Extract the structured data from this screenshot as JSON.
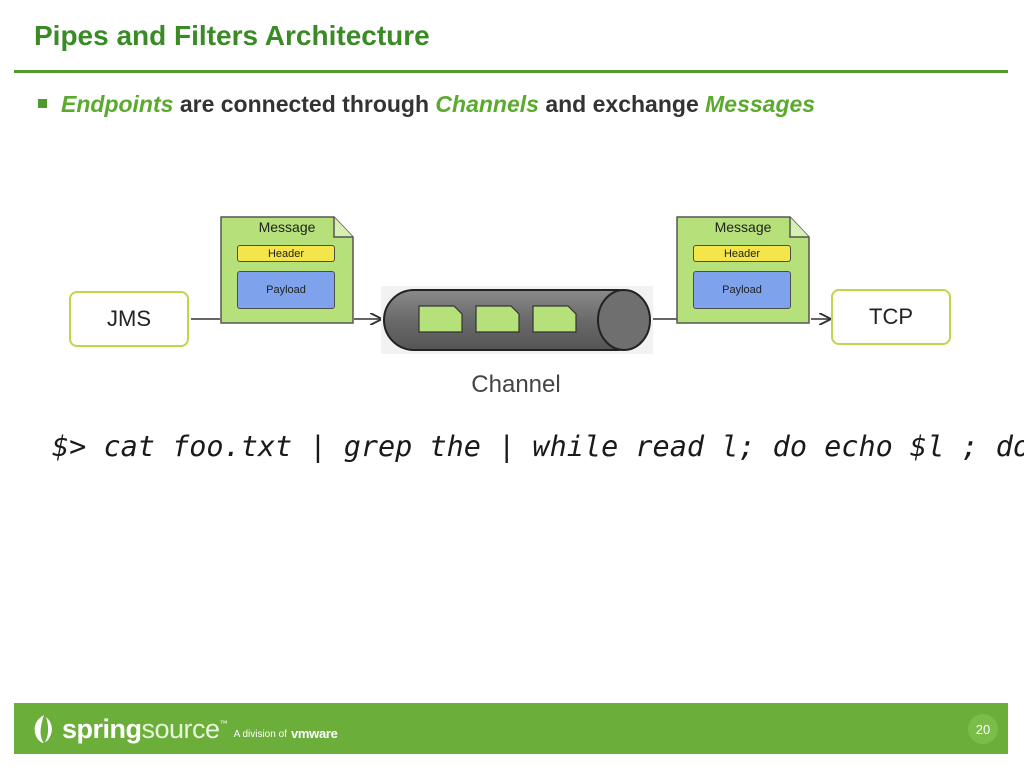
{
  "slide": {
    "title": "Pipes and Filters Architecture",
    "bullet": {
      "part1": "Endpoints",
      "part2": " are connected through ",
      "part3": "Channels",
      "part4": " and exchange ",
      "part5": "Messages"
    }
  },
  "diagram": {
    "left_endpoint": "JMS",
    "right_endpoint": "TCP",
    "message_left": {
      "title": "Message",
      "header": "Header",
      "payload": "Payload"
    },
    "message_right": {
      "title": "Message",
      "header": "Header",
      "payload": "Payload"
    },
    "channel_label": "Channel",
    "channel_messages": 3
  },
  "command": "$> cat foo.txt | grep the | while read l; do echo $l ; done",
  "footer": {
    "brand_spring": "spring",
    "brand_source": "source",
    "division_text": "A division of",
    "vmware": "vmware",
    "page_number": "20"
  },
  "colors": {
    "title_green": "#3a8a26",
    "highlight_green": "#5aaa2e",
    "footer_green": "#6cae3a",
    "message_doc": "#b6e07a",
    "header_yellow": "#f4e64a",
    "payload_blue": "#7fa2ec",
    "endpoint_border": "#c4d44a",
    "channel_gray": "#6e6e6e"
  }
}
